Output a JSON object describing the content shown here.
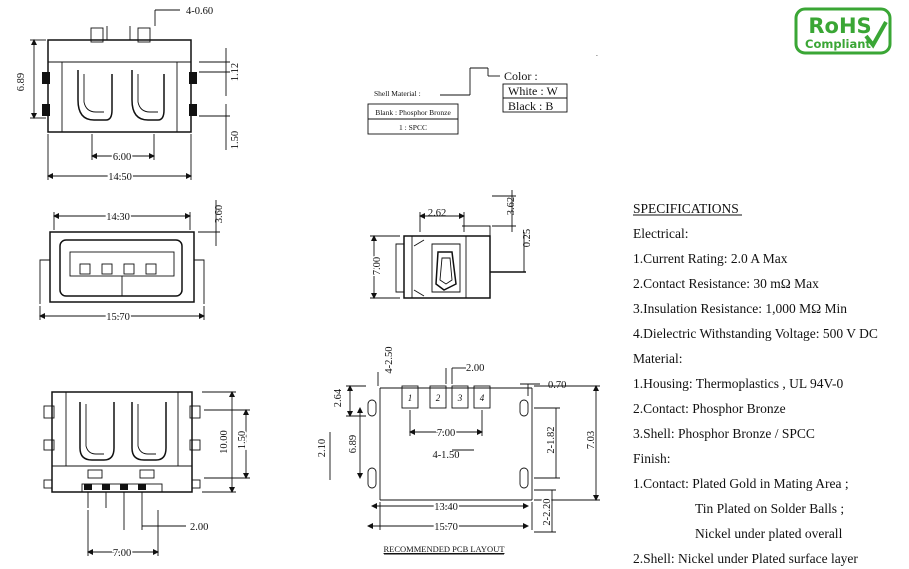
{
  "logo": {
    "line1": "RoHS",
    "line2": "Compliant",
    "color": "#3aa635"
  },
  "top_view": {
    "dims": [
      "4-0.60",
      "6.89",
      "1.12",
      "1.50",
      "6.00",
      "14.50"
    ]
  },
  "front_view": {
    "dims": [
      "14.30",
      "3.60",
      "15.70"
    ]
  },
  "side_view": {
    "dims": [
      "2.62",
      "3.62",
      "7.00",
      "0.25"
    ]
  },
  "bottom_view": {
    "dims": [
      "10.00",
      "1.50",
      "2.00",
      "7.00"
    ]
  },
  "pcb_layout": {
    "title": "RECOMMENDED  PCB  LAYOUT",
    "dims": [
      "4-2.50",
      "2.00",
      "0.70",
      "2.64",
      "6.89",
      "2.10",
      "7.00",
      "4-1.50",
      "2-1.82",
      "7.03",
      "13.40",
      "15.70",
      "2-2.20"
    ],
    "pins": [
      "1",
      "2",
      "3",
      "4"
    ]
  },
  "material_table": {
    "title": "Shell Material :",
    "rows": [
      "Blank : Phosphor Bronze",
      "1 : SPCC"
    ]
  },
  "color_table": {
    "title": "Color :",
    "rows": [
      "White : W",
      "Black  : B"
    ]
  },
  "specifications": {
    "heading": "SPECIFICATIONS",
    "lines": [
      "Electrical:",
      "1.Current Rating: 2.0 A Max",
      "2.Contact Resistance: 30 mΩ Max",
      "3.Insulation Resistance: 1,000 MΩ Min",
      "4.Dielectric Withstanding Voltage: 500 V DC",
      "Material:",
      "1.Housing: Thermoplastics , UL 94V-0",
      "2.Contact: Phosphor Bronze",
      "3.Shell: Phosphor Bronze / SPCC",
      "Finish:",
      "1.Contact: Plated Gold in Mating Area ;",
      "Tin Plated on Solder Balls ;",
      "Nickel under plated overall",
      "2.Shell: Nickel under Plated surface layer"
    ]
  }
}
